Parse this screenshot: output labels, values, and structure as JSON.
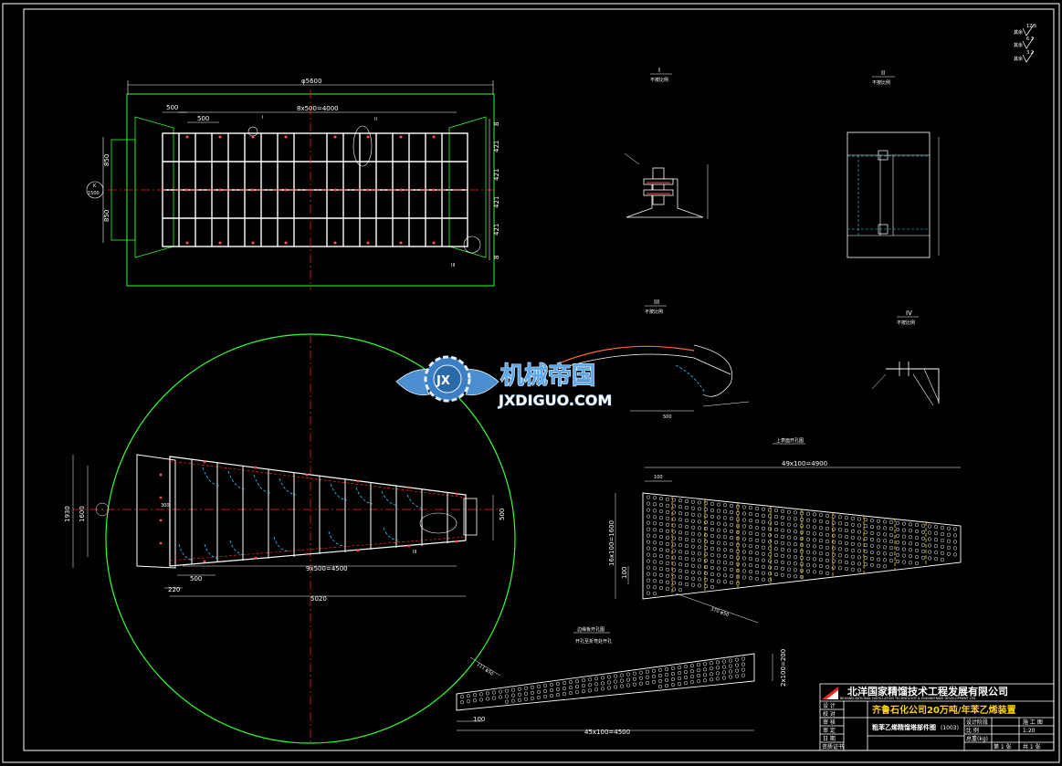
{
  "colors": {
    "background": "#000000",
    "frame": "#ffffff",
    "grid": "#ffffff",
    "bolt": "#ff4d4d",
    "green": "#32ff32",
    "centerline": "#ff2020",
    "cyan": "#36c8ff",
    "yellow": "#ffd400",
    "watermark": "#5fa8e8"
  },
  "top_view": {
    "overall_dim": "φ5600",
    "pitch_dim": "8x500=4000",
    "dim_500_a": "500",
    "dim_500_b": "500",
    "dim_850_a": "850",
    "dim_850_b": "850",
    "dim_1500": "1500",
    "right_dims": [
      "8",
      "421",
      "421",
      "421",
      "421",
      "8"
    ],
    "label_I": "I",
    "label_II": "II",
    "label_III": "III",
    "label_K": "K"
  },
  "sections": {
    "I": {
      "title": "I",
      "subtitle": "不按比例"
    },
    "II": {
      "title": "II",
      "subtitle": "不按比例"
    },
    "III": {
      "title": "III",
      "subtitle": "不按比例"
    },
    "IV": {
      "title": "IV",
      "subtitle": "不按比例"
    }
  },
  "bottom_view": {
    "dim_1930": "1930",
    "dim_1600": "1600",
    "dim_300": "300",
    "dim_500": "500",
    "dim_220": "220",
    "dim_500_right": "500",
    "pitch_dim": "9x500=4500",
    "span_dim": "5020",
    "label_III": "III"
  },
  "plate_right": {
    "title": "上表面开孔图",
    "pitch_top": "49x100=4900",
    "dim_100_top": "100",
    "vertical_dim": "16x100=1600",
    "dim_100_left": "100",
    "hole_note": "370  φ50"
  },
  "plate_bottom": {
    "title_line1": "边缘板开孔图",
    "title_line2": "开孔至折弯处开孔",
    "corner_note": "111  φ50",
    "right_dim": "2x100=200",
    "dim_100": "100",
    "pitch_dim": "45x100=4500"
  },
  "roughness": [
    "12.5",
    "6.3",
    "3.2"
  ],
  "watermark": {
    "cn": "机械帝国",
    "en": "JXDIGUO.COM",
    "logo": "JX"
  },
  "title_block": {
    "company": "北洋国家精馏技术工程发展有限公司",
    "company_en": "BEIYANG NATIONAL DISTILLATION TECHNOLOGY & ENGINEERING DEVELOPMENT LTD.",
    "project": "齐鲁石化公司20万吨/年苯乙烯装置",
    "drawing_name": "粗苯乙烯精馏塔部件图",
    "drawing_code": "(1003)",
    "left_labels": [
      "设 计",
      "校 对",
      "审 核",
      "审 定",
      "日 期",
      "资质证书"
    ],
    "stage_label": "设计阶段",
    "stage_value": "施 工 图",
    "scale_label": "比 例",
    "scale_value": "1:20",
    "weight_label": "总重(kg)",
    "sheet_label": "第 1 张",
    "total_label": "共 1 张"
  }
}
